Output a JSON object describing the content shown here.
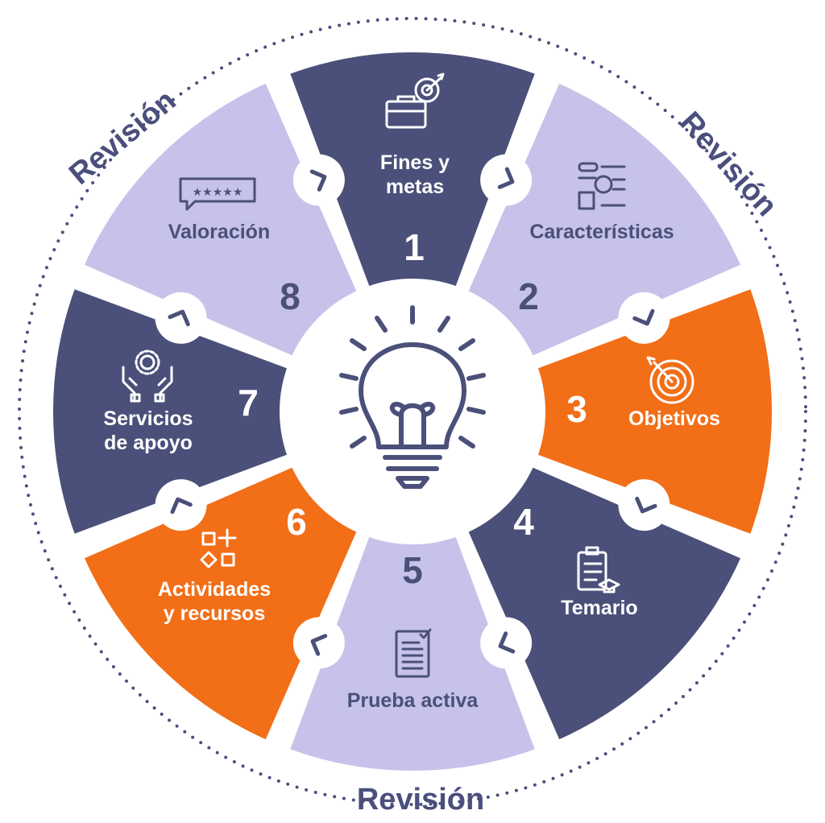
{
  "colors": {
    "dark": "#4a5079",
    "light": "#c6c2ea",
    "orange": "#f26e17",
    "ring_dots": "#4a4f7c",
    "center": "#ffffff"
  },
  "review": {
    "top_left": "Revisión",
    "top_right": "Revisión",
    "bottom": "Revisión"
  },
  "center": {
    "icon": "lightbulb-icon"
  },
  "steps": [
    {
      "number": "1",
      "lines": [
        "Fines y",
        "metas"
      ],
      "color": "dark",
      "icon": "briefcase-target-icon"
    },
    {
      "number": "2",
      "lines": [
        "Características"
      ],
      "color": "light",
      "icon": "features-icon"
    },
    {
      "number": "3",
      "lines": [
        "Objetivos"
      ],
      "color": "orange",
      "icon": "target-icon"
    },
    {
      "number": "4",
      "lines": [
        "Temario"
      ],
      "color": "dark",
      "icon": "clipboard-graduation-icon"
    },
    {
      "number": "5",
      "lines": [
        "Prueba activa"
      ],
      "color": "light",
      "icon": "test-document-icon"
    },
    {
      "number": "6",
      "lines": [
        "Actividades",
        "y recursos"
      ],
      "color": "orange",
      "icon": "shapes-icon"
    },
    {
      "number": "7",
      "lines": [
        "Servicios",
        "de apoyo"
      ],
      "color": "dark",
      "icon": "hands-gear-icon"
    },
    {
      "number": "8",
      "lines": [
        "Valoración"
      ],
      "color": "light",
      "icon": "rating-stars-icon"
    }
  ]
}
